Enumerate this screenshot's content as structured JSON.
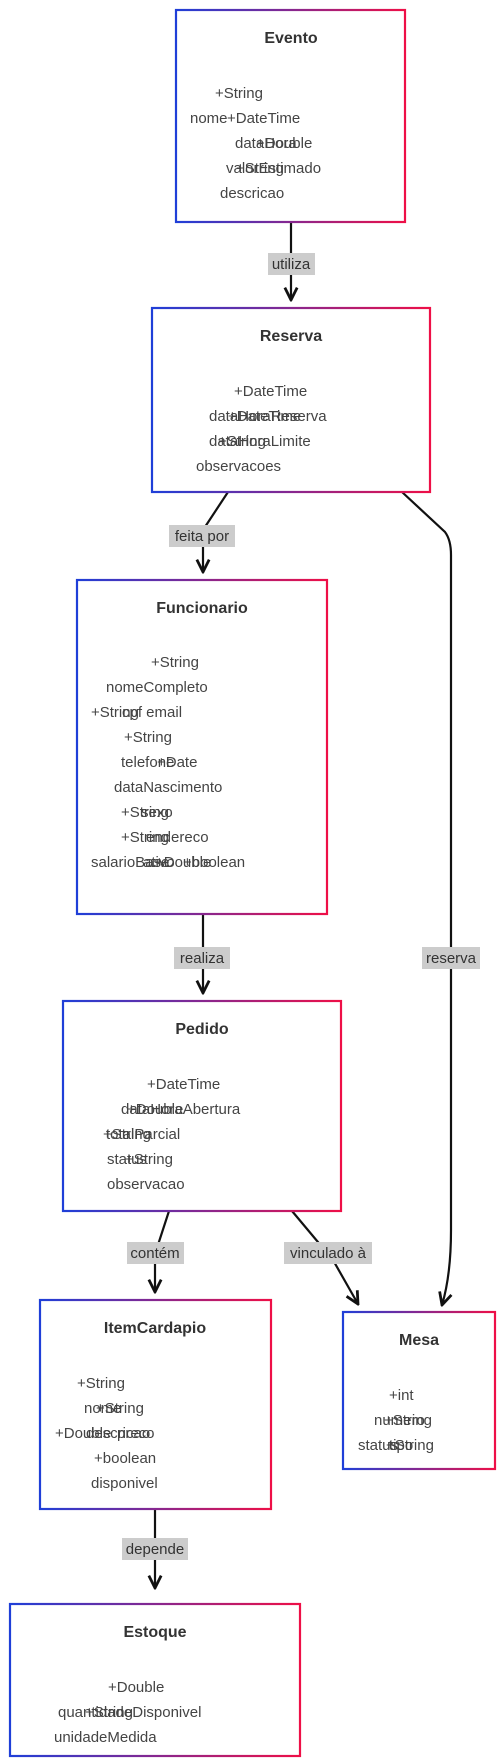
{
  "colors": {
    "border_start": "#1f3fd8",
    "border_end": "#ee0f47",
    "edge": "#111111",
    "label_bg": "#cccccc",
    "text": "#333333"
  },
  "classes": {
    "evento": {
      "name": "Evento",
      "attributes": [
        "+String",
        "nome",
        "+DateTime",
        "dataHora",
        "+Double",
        "valorEstimado",
        "+String",
        "descricao"
      ]
    },
    "reserva": {
      "name": "Reserva",
      "attributes": [
        "+DateTime",
        "dataHoraReserva",
        "+DateTime",
        "dataHoraLimite",
        "+String",
        "observacoes"
      ]
    },
    "funcionario": {
      "name": "Funcionario",
      "attributes": [
        "+String",
        "nomeCompleto",
        "+String",
        "cpf email",
        "+String",
        "telefone",
        "+Date",
        "dataNascimento",
        "+String",
        "sexo",
        "+String",
        "endereco",
        "+Double",
        "salarioBase",
        "+boolean",
        "ativo"
      ]
    },
    "pedido": {
      "name": "Pedido",
      "attributes": [
        "+DateTime",
        "dataHoraAbertura",
        "+Double",
        "totalParcial",
        "+String",
        "status",
        "+String",
        "observacao"
      ]
    },
    "itemcardapio": {
      "name": "ItemCardapio",
      "attributes": [
        "+String",
        "nome",
        "+String",
        "descricao",
        "+Double",
        "preco",
        "+boolean",
        "disponivel"
      ]
    },
    "mesa": {
      "name": "Mesa",
      "attributes": [
        "+int",
        "numero",
        "+String",
        "status",
        "+String",
        "tipo"
      ]
    },
    "estoque": {
      "name": "Estoque",
      "attributes": [
        "+Double",
        "quantidadeDisponivel",
        "+String",
        "unidadeMedida"
      ]
    }
  },
  "relations": {
    "evento_reserva": "utiliza",
    "reserva_funcionario": "feita por",
    "reserva_mesa": "reserva",
    "funcionario_pedido": "realiza",
    "pedido_itemcardapio": "contém",
    "pedido_mesa": "vinculado à",
    "itemcardapio_estoque": "depende"
  }
}
